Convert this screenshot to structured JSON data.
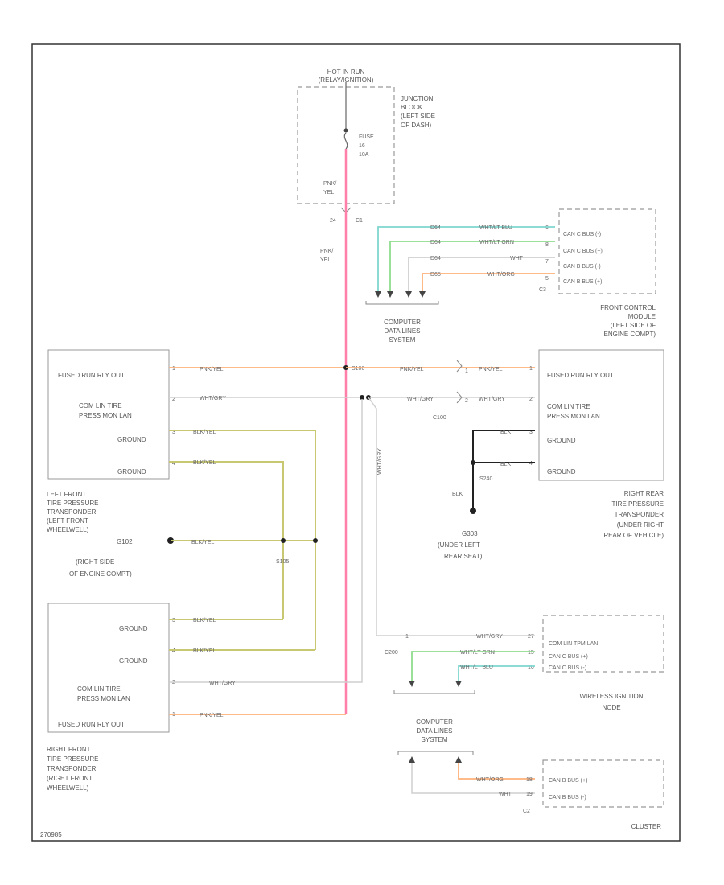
{
  "colors": {
    "pink": "#ff7fa8",
    "orange": "#ffb07a",
    "white_gray": "#cfcfcf",
    "green": "#8fdc8f",
    "blue_green": "#7fd6d0",
    "yellow": "#c8c872",
    "black": "#222222"
  },
  "figure_id": "270985",
  "power": {
    "hot_label_1": "HOT IN RUN",
    "hot_label_2": "(RELAY/IGNITION)",
    "fuse_label_1": "FUSE",
    "fuse_label_2": "16",
    "fuse_label_3": "10A",
    "wire_1": "PNK/",
    "wire_2": "YEL",
    "pin": "24",
    "connector": "C1",
    "wire_down_1": "PNK/",
    "wire_down_2": "YEL"
  },
  "junction_block": {
    "l1": "JUNCTION",
    "l2": "BLOCK",
    "l3": "(LEFT SIDE",
    "l4": "OF DASH)"
  },
  "fcm": {
    "rows": [
      {
        "code": "D64",
        "wire": "WHT/LT BLU",
        "pin": "6",
        "label": "CAN C BUS (-)"
      },
      {
        "code": "D64",
        "wire": "WHT/LT GRN",
        "pin": "8",
        "label": "CAN C BUS (+)"
      },
      {
        "code": "D64",
        "wire": "WHT",
        "pin": "7",
        "label": "CAN B BUS (-)"
      },
      {
        "code": "D65",
        "wire": "WHT/ORG",
        "pin": "5",
        "label": "CAN B BUS (+)"
      }
    ],
    "connector": "C3",
    "t1": "FRONT CONTROL",
    "t2": "MODULE",
    "t3": "(LEFT SIDE OF",
    "t4": "ENGINE COMPT)"
  },
  "cdl1": {
    "l1": "COMPUTER",
    "l2": "DATA LINES",
    "l3": "SYSTEM"
  },
  "lf": {
    "r1": "FUSED RUN RLY OUT",
    "r2a": "COM LIN TIRE",
    "r2b": "PRESS MON LAN",
    "r3": "GROUND",
    "r4": "GROUND",
    "p1": "1",
    "p2": "2",
    "p3": "3",
    "p4": "4",
    "w1": "PNK/YEL",
    "w2": "WHT/GRY",
    "w3": "BLK/YEL",
    "w4": "BLK/YEL",
    "t1": "LEFT FRONT",
    "t2": "TIRE PRESSURE",
    "t3": "TRANSPONDER",
    "t4": "(LEFT FRONT",
    "t5": "WHEELWELL)"
  },
  "rr": {
    "r1": "FUSED RUN RLY OUT",
    "r2a": "COM LIN TIRE",
    "r2b": "PRESS MON LAN",
    "r3": "GROUND",
    "r4": "GROUND",
    "p1": "1",
    "p2": "2",
    "p3": "3",
    "p4": "4",
    "w1": "PNK/YEL",
    "w2": "WHT/GRY",
    "w3": "BLK",
    "w4": "BLK",
    "w5": "BLK",
    "splice": "S240",
    "t1": "RIGHT REAR",
    "t2": "TIRE PRESSURE",
    "t3": "TRANSPONDER",
    "t4": "(UNDER RIGHT",
    "t5": "REAR OF VEHICLE)"
  },
  "splices": {
    "s100": "S100",
    "c100": "C100",
    "c100_p1": "1",
    "c100_p2": "2",
    "w_mid1": "PNK/YEL",
    "w_mid2": "WHT/GRY",
    "vertical_wire": "WHT/GRY"
  },
  "g102": {
    "w": "BLK/YEL",
    "l1": "G102",
    "l2": "(RIGHT SIDE",
    "l3": "OF ENGINE COMPT)",
    "splice": "S105"
  },
  "g303": {
    "l1": "G303",
    "l2": "(UNDER LEFT",
    "l3": "REAR SEAT)"
  },
  "rf": {
    "r1": "GROUND",
    "r2": "GROUND",
    "r3a": "COM LIN TIRE",
    "r3b": "PRESS MON LAN",
    "r4": "FUSED RUN RLY OUT",
    "p1": "3",
    "p2": "4",
    "p3": "2",
    "p4": "1",
    "w1": "BLK/YEL",
    "w2": "BLK/YEL",
    "w3": "WHT/GRY",
    "w4": "PNK/YEL",
    "t1": "RIGHT FRONT",
    "t2": "TIRE PRESSURE",
    "t3": "TRANSPONDER",
    "t4": "(RIGHT FRONT",
    "t5": "WHEELWELL)"
  },
  "win": {
    "r1": "COM LIN TPM LAN",
    "r2": "CAN C BUS (+)",
    "r3": "CAN C BUS (-)",
    "p1": "27",
    "p2": "15",
    "p3": "16",
    "w1": "WHT/GRY",
    "w2": "WHT/LT GRN",
    "w3": "WHT/LT BLU",
    "conn": "C200",
    "c_pin": "1",
    "t1": "WIRELESS IGNITION",
    "t2": "NODE"
  },
  "cdl2": {
    "l1": "COMPUTER",
    "l2": "DATA LINES",
    "l3": "SYSTEM"
  },
  "cluster": {
    "r1": "CAN B BUS (+)",
    "r2": "CAN B BUS (-)",
    "p1": "18",
    "p2": "19",
    "w1": "WHT/ORG",
    "w2": "WHT",
    "conn": "C2",
    "title": "CLUSTER"
  }
}
